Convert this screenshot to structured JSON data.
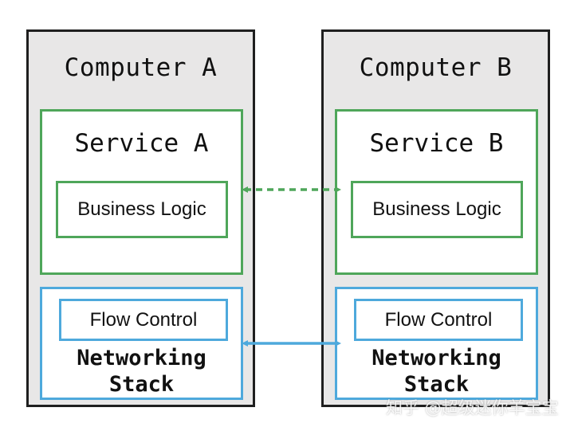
{
  "colors": {
    "service_border": "#4fa65a",
    "network_border": "#4ea9dc",
    "computer_fill": "#e8e7e7",
    "computer_border": "#1f1f1f"
  },
  "computer_a": {
    "title": "Computer A",
    "service_title": "Service A",
    "logic_label": "Business Logic",
    "flow_label": "Flow Control",
    "network_label": "Networking\nStack"
  },
  "computer_b": {
    "title": "Computer B",
    "service_title": "Service B",
    "logic_label": "Business Logic",
    "flow_label": "Flow Control",
    "network_label": "Networking\nStack"
  },
  "connectors": {
    "logic_link": "dashed",
    "network_link": "solid"
  },
  "watermark": "知乎 @超级迷你羊宝宝"
}
